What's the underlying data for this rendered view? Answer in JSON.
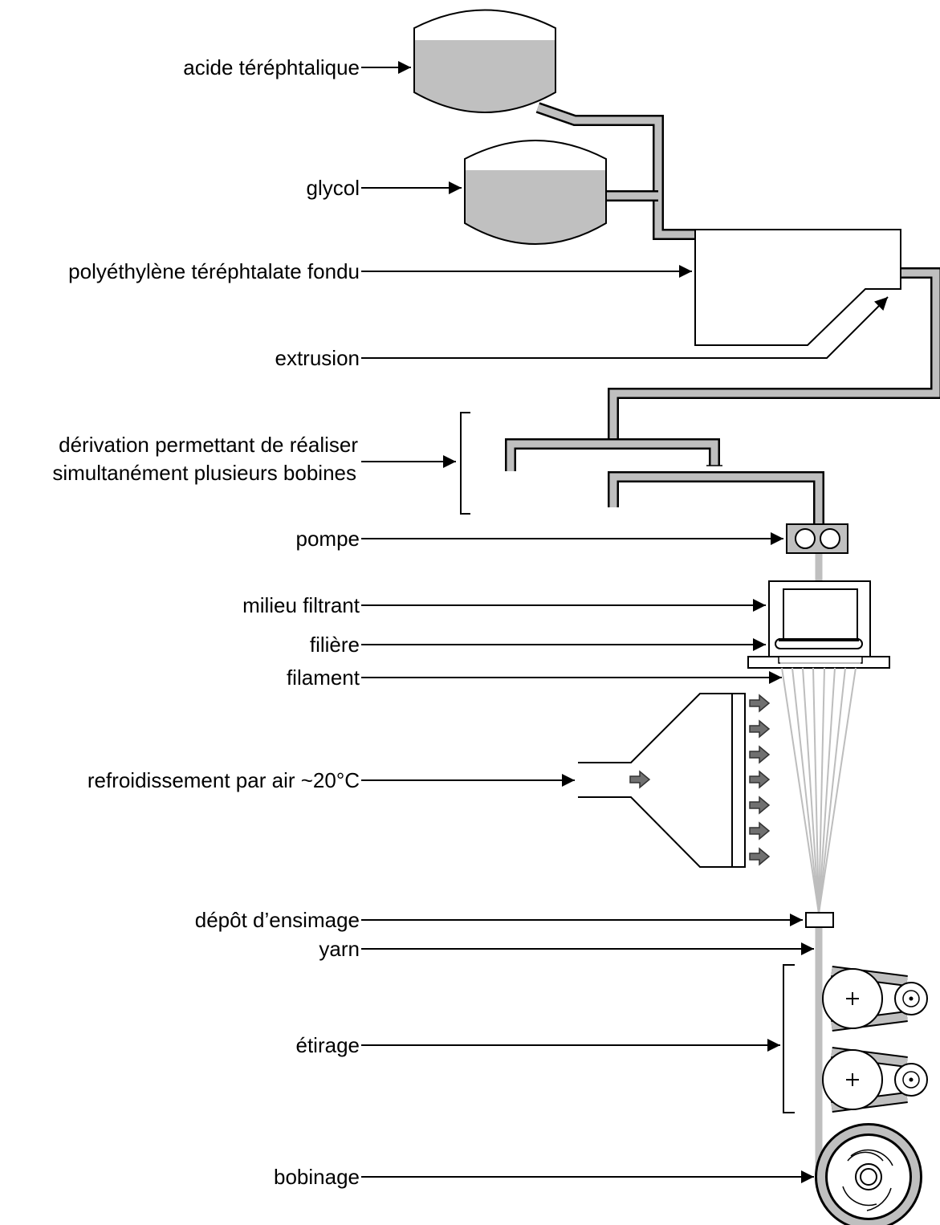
{
  "labels": {
    "terephthalic_acid": "acide téréphtalique",
    "glycol": "glycol",
    "molten_pet": "polyéthylène téréphtalate fondu",
    "extrusion": "extrusion",
    "bypass_line1": "dérivation permettant de réaliser",
    "bypass_line2": "simultanément plusieurs bobines",
    "pump": "pompe",
    "filter_medium": "milieu filtrant",
    "spinneret": "filière",
    "filament": "filament",
    "air_cooling": "refroidissement par air ~20°C",
    "finish_application": "dépôt d’ensimage",
    "yarn": "yarn",
    "drawing": "étirage",
    "winding": "bobinage"
  },
  "colors": {
    "pipe": "#bfbfbf",
    "outline": "#000000",
    "fill": "#c0c0c0",
    "arrow_gray": "#707070"
  }
}
